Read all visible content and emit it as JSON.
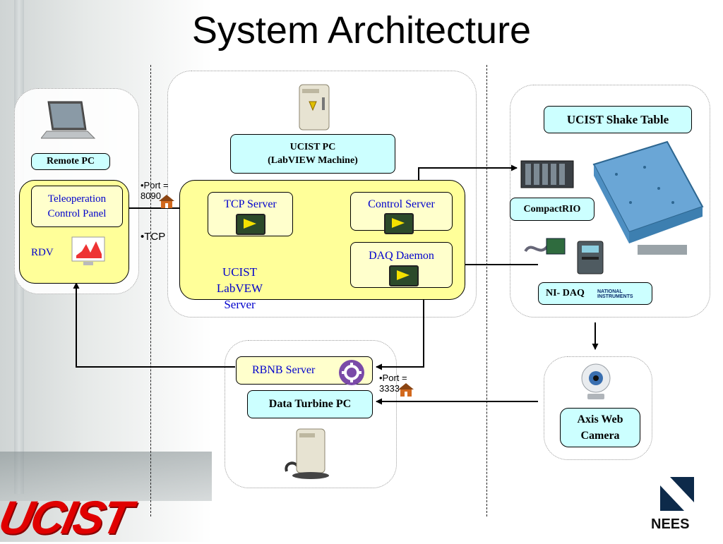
{
  "title": "System Architecture",
  "remote": {
    "label": "Remote PC",
    "panel": [
      "Teleoperation",
      "Control Panel"
    ],
    "rdv": "RDV"
  },
  "ucist_pc": {
    "label": [
      "UCIST PC",
      "(LabVIEW Machine)"
    ],
    "tcp_server": "TCP Server",
    "control_server": "Control Server",
    "daq_daemon": "DAQ Daemon",
    "server_label": [
      "UCIST LabVEW",
      "Server"
    ]
  },
  "ports": {
    "port_8090": [
      "•Port =",
      "8090"
    ],
    "tcp": "•TCP",
    "port_3333": [
      "•Port =",
      "3333"
    ]
  },
  "shake_table": {
    "label": "UCIST Shake Table",
    "compactrio": "CompactRIO",
    "ni_daq": "NI- DAQ",
    "ni_logo": [
      "NATIONAL",
      "INSTRUMENTS"
    ]
  },
  "turbine": {
    "rbnb": "RBNB Server",
    "pc": "Data Turbine PC"
  },
  "camera": {
    "label": [
      "Axis Web",
      "Camera"
    ]
  },
  "logos": {
    "ucist": "UCIST",
    "nees": "NEES"
  },
  "colors": {
    "server_fill": "#ffff99",
    "label_fill": "#ccffff",
    "accent_text": "#0000cc"
  }
}
